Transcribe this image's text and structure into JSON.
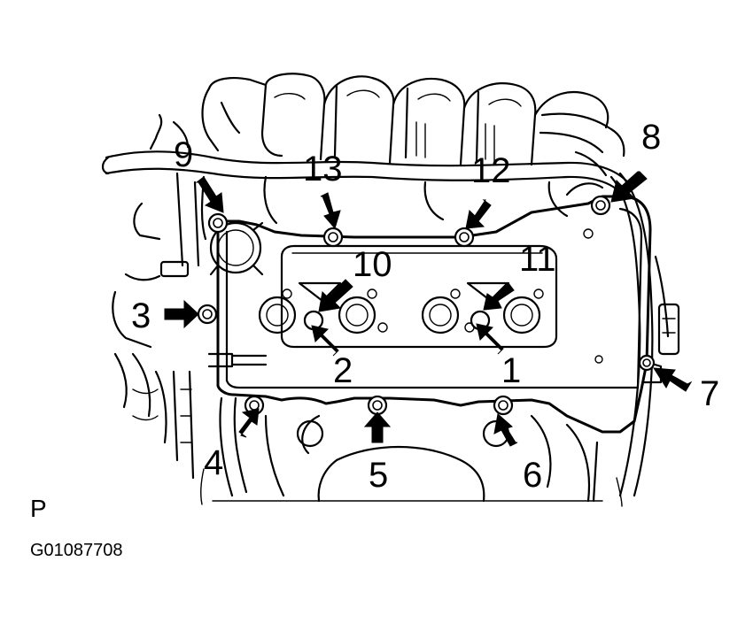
{
  "view_label": "P",
  "figure_code": "G01087708",
  "bolt_labels": [
    "1",
    "2",
    "3",
    "4",
    "5",
    "6",
    "7",
    "8",
    "9",
    "10",
    "11",
    "12",
    "13"
  ]
}
